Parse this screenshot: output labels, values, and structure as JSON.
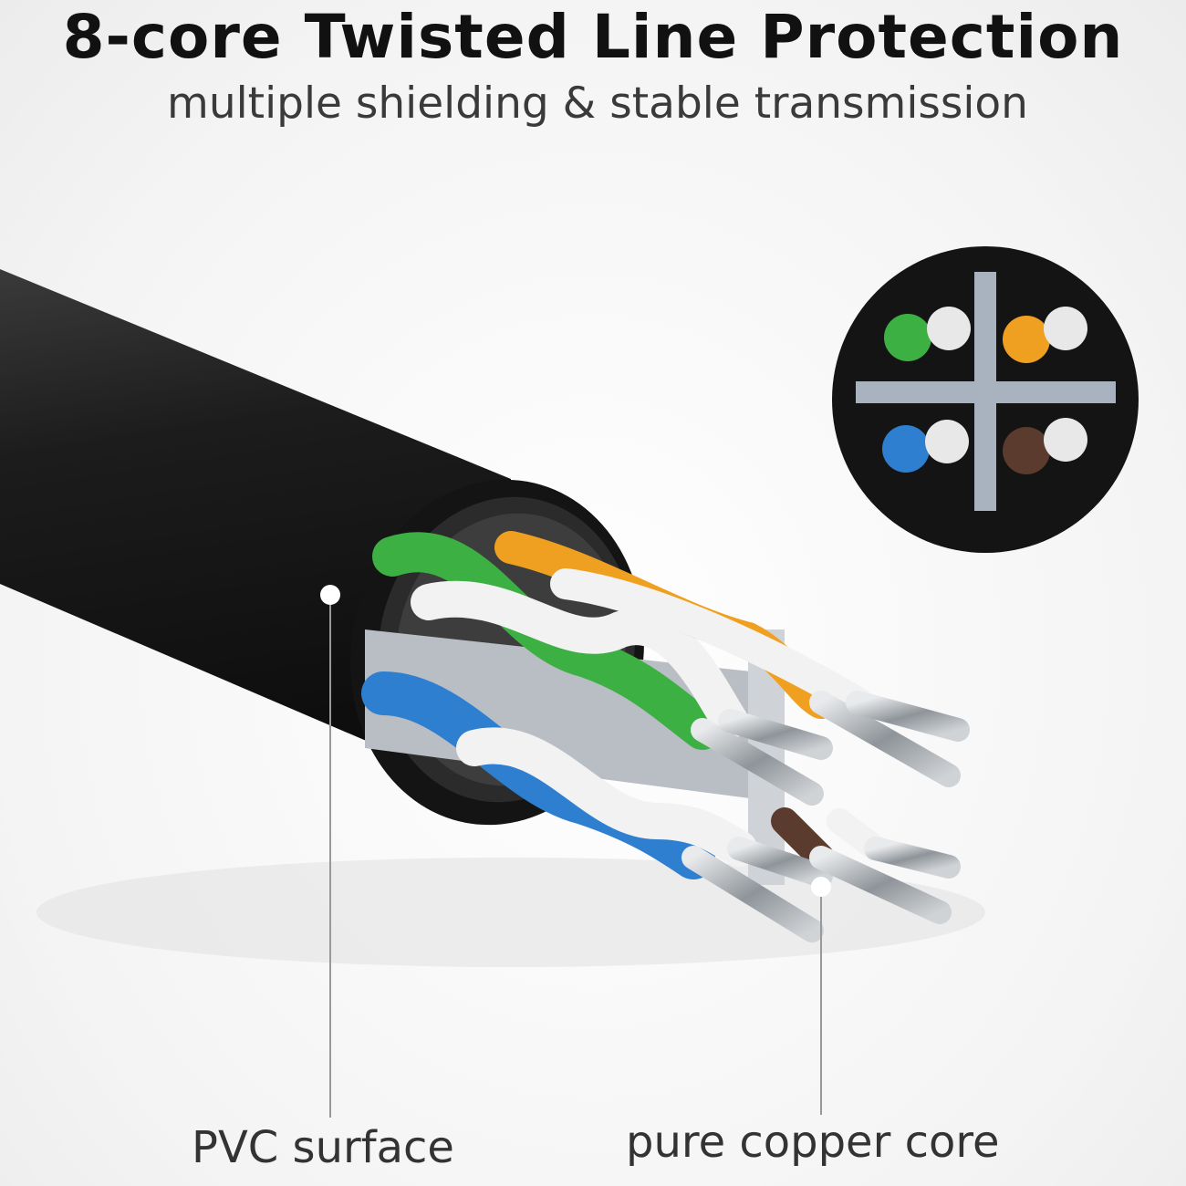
{
  "header": {
    "title": "8-core Twisted Line Protection",
    "subtitle": "multiple shielding & stable transmission"
  },
  "callouts": {
    "pvc": "PVC surface",
    "copper": "pure copper core"
  },
  "colors": {
    "jacket": "#1a1a1a",
    "green": "#3cb043",
    "orange": "#f0a020",
    "blue": "#2f7fd0",
    "brown": "#5a3b2e",
    "separator": "#a9b3bf",
    "copper_strand": "#c8ccd0"
  }
}
